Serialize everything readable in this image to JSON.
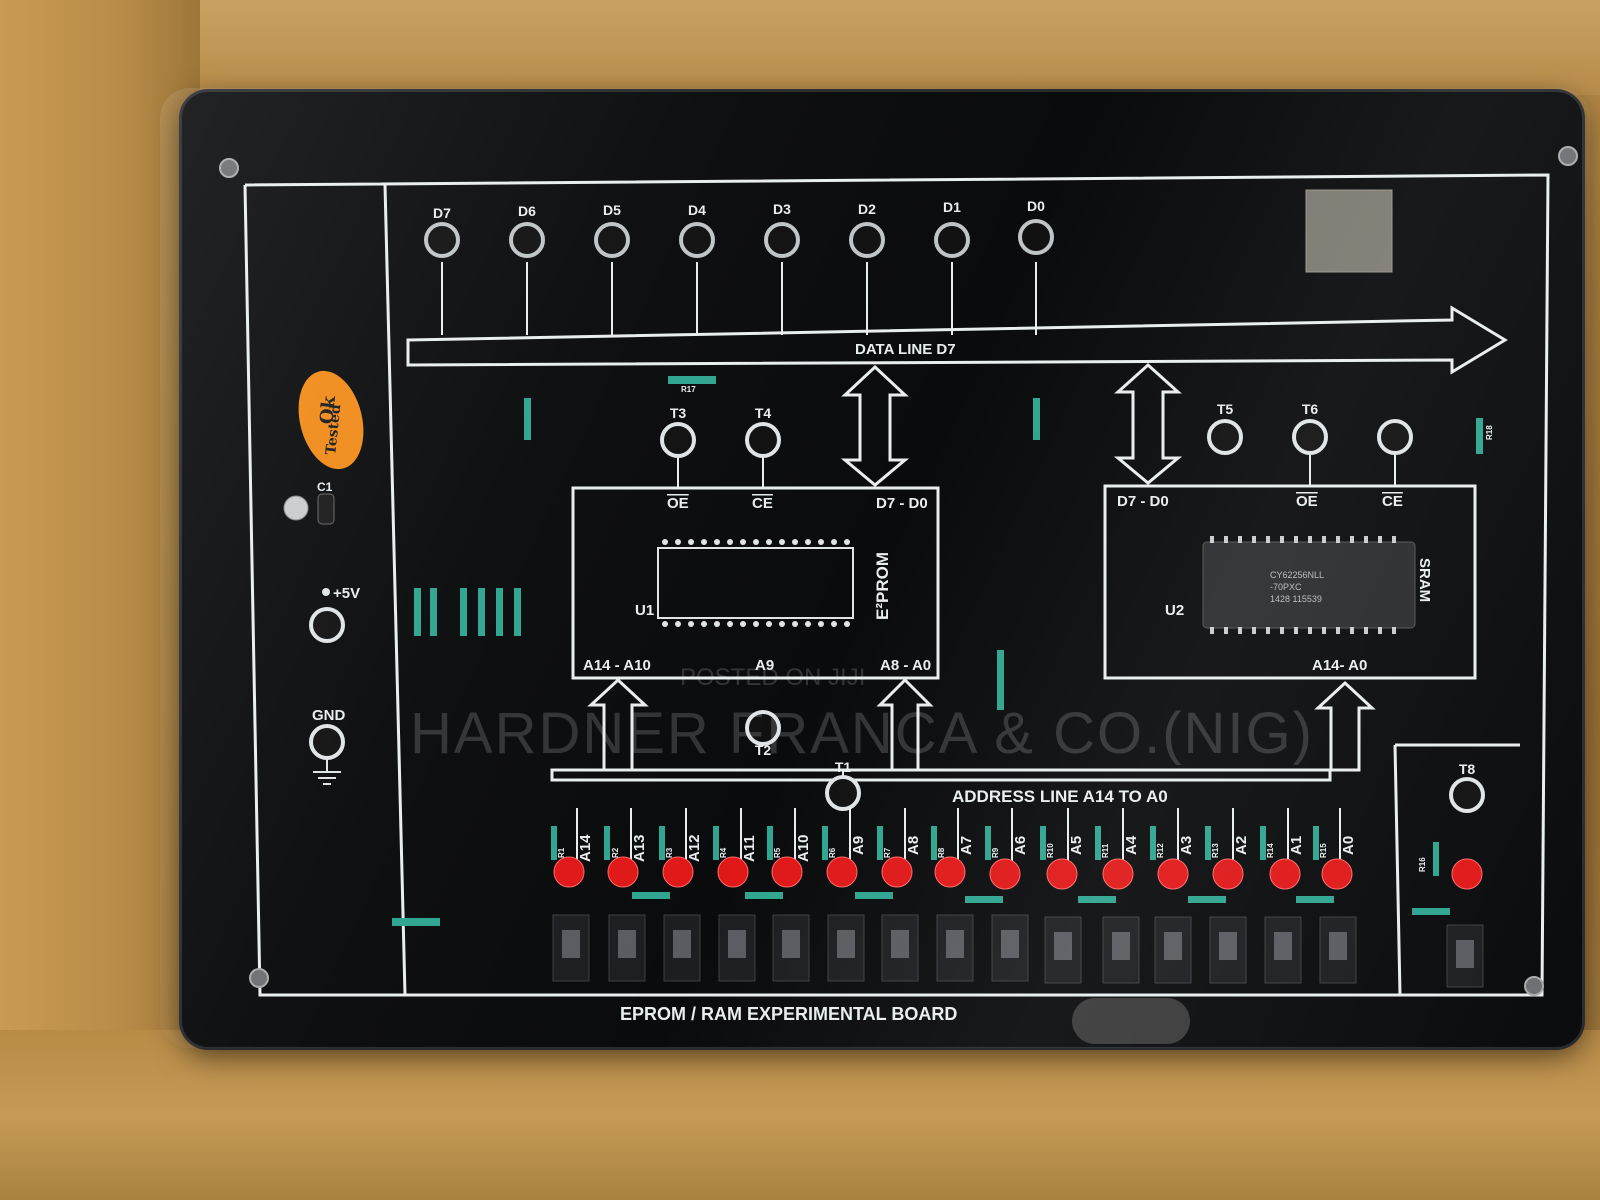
{
  "board": {
    "title": "EPROM / RAM EXPERIMENTAL BOARD",
    "data_line_label": "DATA LINE D7",
    "address_line_label": "ADDRESS LINE A14 TO A0",
    "data_pins": [
      "D7",
      "D6",
      "D5",
      "D4",
      "D3",
      "D2",
      "D1",
      "D0"
    ],
    "eeprom": {
      "label": "E²PROM",
      "ref": "U1",
      "oe": "OE",
      "ce": "CE",
      "data": "D7 - D0",
      "addr_left": "A14 - A10",
      "addr_mid": "A9",
      "addr_right": "A8 - A0"
    },
    "sram": {
      "label": "SRAM",
      "ref": "U2",
      "data": "D7 - D0",
      "oe": "OE",
      "ce": "CE",
      "addr": "A14- A0",
      "chip_text": [
        "CY62256NLL",
        "-70PXC",
        "1428 115539"
      ]
    },
    "test_points": [
      "T1",
      "T2",
      "T3",
      "T4",
      "T5",
      "T6",
      "T8"
    ],
    "power": {
      "vcc": "+5V",
      "gnd": "GND",
      "cap": "C1"
    },
    "address_bits": [
      "A14",
      "A13",
      "A12",
      "A11",
      "A10",
      "A9",
      "A8",
      "A7",
      "A6",
      "A5",
      "A4",
      "A3",
      "A2",
      "A1",
      "A0"
    ],
    "resistors": [
      "R1",
      "R2",
      "R3",
      "R4",
      "R5",
      "R6",
      "R7",
      "R8",
      "R9",
      "R10",
      "R11",
      "R12",
      "R13",
      "R14",
      "R15"
    ],
    "r16": "R16",
    "r17": "R17",
    "r18": "R18"
  },
  "sticker": {
    "line1": "Ok",
    "line2": "Tested"
  },
  "watermark": {
    "main": "HARDNER FRANCA & CO.(NIG)",
    "small": "POSTED ON JIJI"
  },
  "colors": {
    "board": "#0a0b0d",
    "silkscreen": "#e8eef0",
    "led": "#e01818",
    "sticker": "#f08a18",
    "cardboard": "#a67c3d"
  }
}
